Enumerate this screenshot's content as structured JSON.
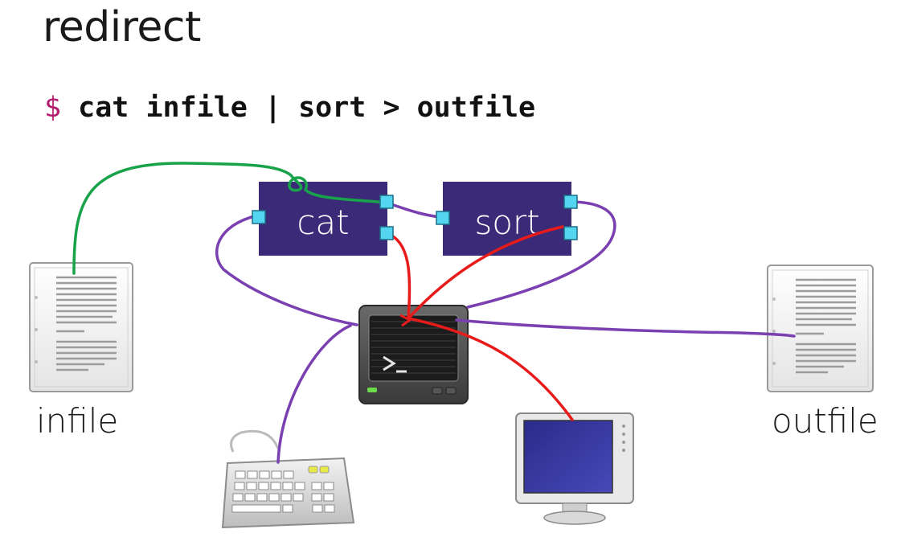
{
  "title": "redirect",
  "command": {
    "prompt": "$",
    "text": "cat infile | sort > outfile"
  },
  "processes": {
    "cat": "cat",
    "sort": "sort"
  },
  "files": {
    "infile": "infile",
    "outfile": "outfile"
  },
  "colors": {
    "process_box": "#3b2a78",
    "port": "#55d6f0",
    "stdin_wire": "#7a3fb0",
    "stdout_wire": "#18a24a",
    "stderr_wire": "#e81b1b",
    "prompt": "#b31b6e"
  },
  "icons": {
    "terminal": "terminal-icon",
    "monitor": "monitor-icon",
    "keyboard": "keyboard-icon",
    "file": "document-icon"
  }
}
